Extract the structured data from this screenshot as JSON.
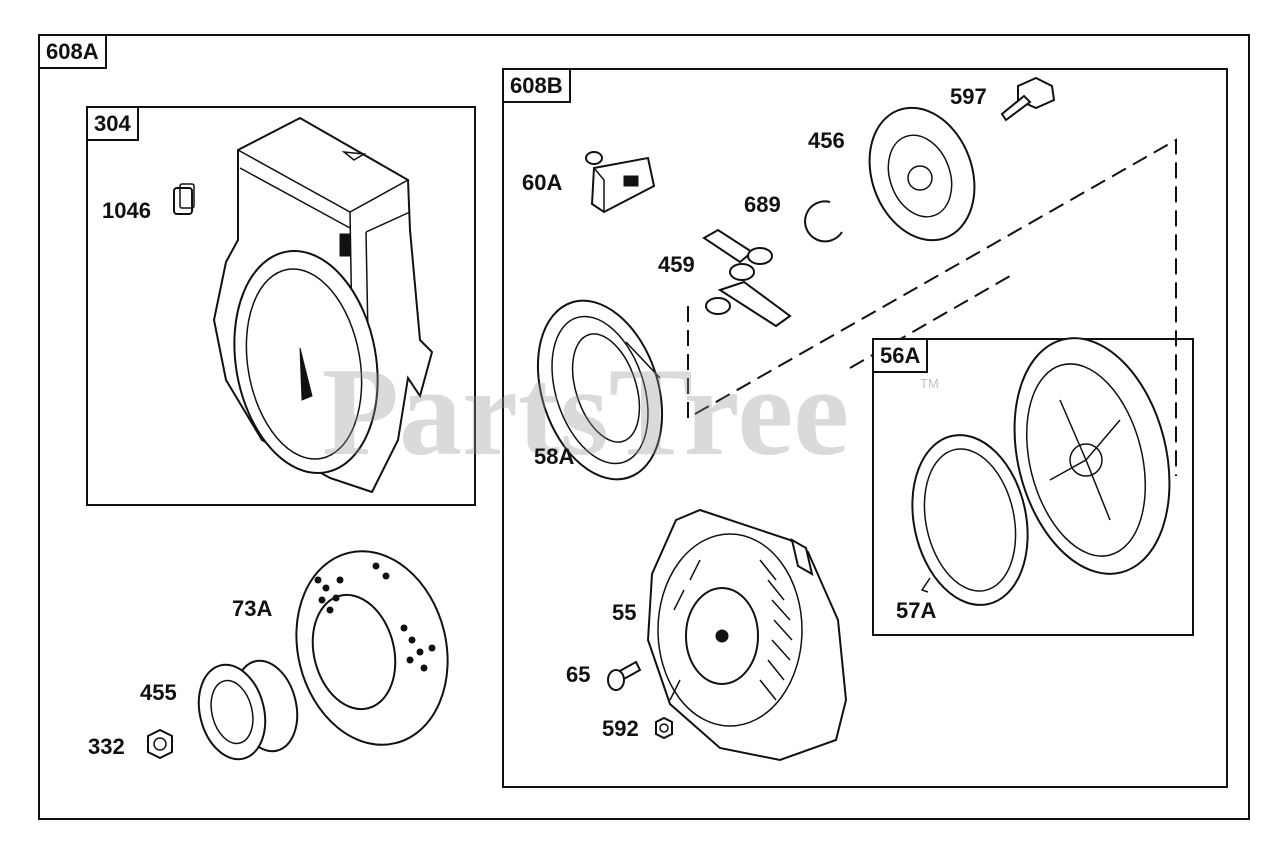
{
  "watermark": {
    "text": "PartsTree",
    "trademark": "TM"
  },
  "groups": [
    {
      "id": "608A",
      "label": "608A"
    },
    {
      "id": "304",
      "label": "304"
    },
    {
      "id": "608B",
      "label": "608B"
    },
    {
      "id": "56A",
      "label": "56A"
    }
  ],
  "parts": [
    {
      "ref": "1046",
      "label": "1046",
      "name": "clip"
    },
    {
      "ref": "73A",
      "label": "73A",
      "name": "screen"
    },
    {
      "ref": "455",
      "label": "455",
      "name": "starter-cup"
    },
    {
      "ref": "332",
      "label": "332",
      "name": "nut"
    },
    {
      "ref": "597",
      "label": "597",
      "name": "bolt"
    },
    {
      "ref": "456",
      "label": "456",
      "name": "retainer"
    },
    {
      "ref": "60A",
      "label": "60A",
      "name": "handle"
    },
    {
      "ref": "689",
      "label": "689",
      "name": "ring"
    },
    {
      "ref": "459",
      "label": "459",
      "name": "dogs"
    },
    {
      "ref": "58A",
      "label": "58A",
      "name": "spring"
    },
    {
      "ref": "55",
      "label": "55",
      "name": "housing"
    },
    {
      "ref": "65",
      "label": "65",
      "name": "screw"
    },
    {
      "ref": "592",
      "label": "592",
      "name": "nut"
    },
    {
      "ref": "57A",
      "label": "57A",
      "name": "rewind-spring"
    }
  ]
}
